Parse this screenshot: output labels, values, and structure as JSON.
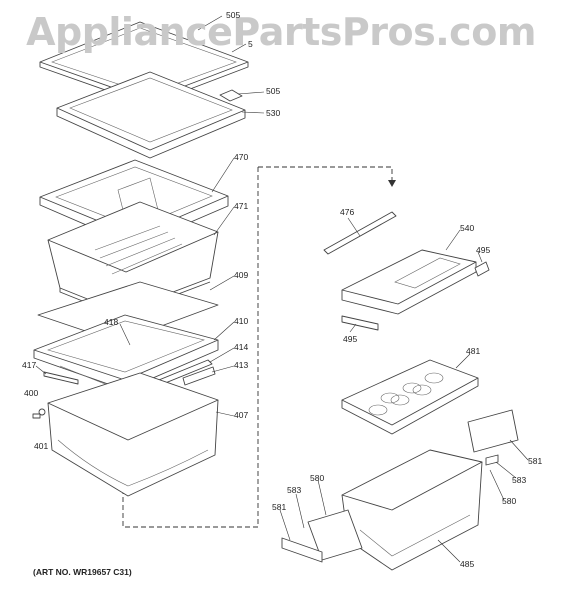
{
  "watermark": "AppliancePartsPros.com",
  "art_number": "(ART NO. WR19657 C31)",
  "part_labels": [
    "505",
    "5",
    "505",
    "530",
    "470",
    "471",
    "409",
    "418",
    "410",
    "414",
    "417",
    "413",
    "400",
    "407",
    "401",
    "476",
    "540",
    "495",
    "495",
    "481",
    "581",
    "583",
    "580",
    "583",
    "580",
    "581",
    "485"
  ]
}
